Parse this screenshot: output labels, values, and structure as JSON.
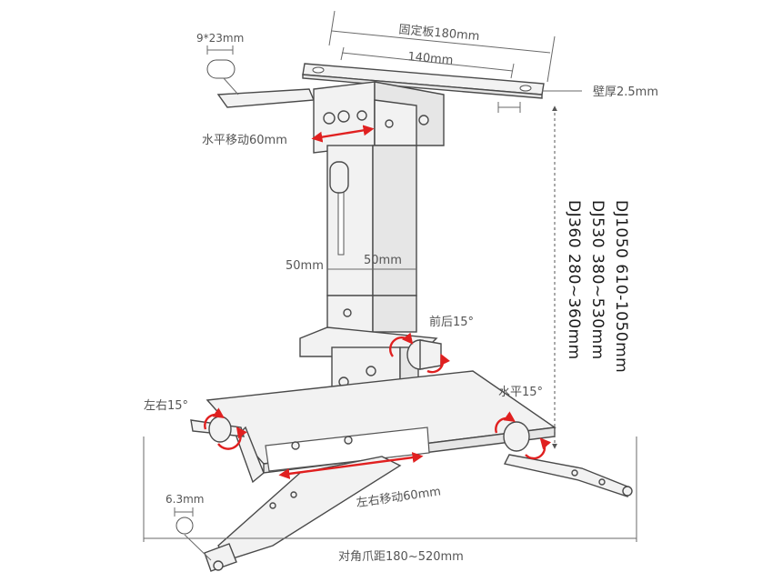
{
  "labels": {
    "slot_size": "9*23mm",
    "plate_width": "固定板180mm",
    "hole_spacing": "140mm",
    "wall_thickness": "壁厚2.5mm",
    "horizontal_move": "水平移动60mm",
    "offset_left": "50mm",
    "offset_right": "50mm",
    "tilt_front_back": "前后15°",
    "tilt_left_right": "左右15°",
    "tilt_horizontal": "水平15°",
    "lateral_move": "左右移动60mm",
    "hole_diameter": "6.3mm",
    "diagonal_span": "对角爪距180~520mm"
  },
  "models": [
    {
      "model": "DJ1050",
      "range": "610-1050mm"
    },
    {
      "model": "DJ530",
      "range": "380~530mm"
    },
    {
      "model": "DJ360",
      "range": "280~360mm"
    }
  ],
  "colors": {
    "arrow": "#e02020",
    "outline": "#4a4a4a",
    "metal": "#f2f2f2"
  }
}
